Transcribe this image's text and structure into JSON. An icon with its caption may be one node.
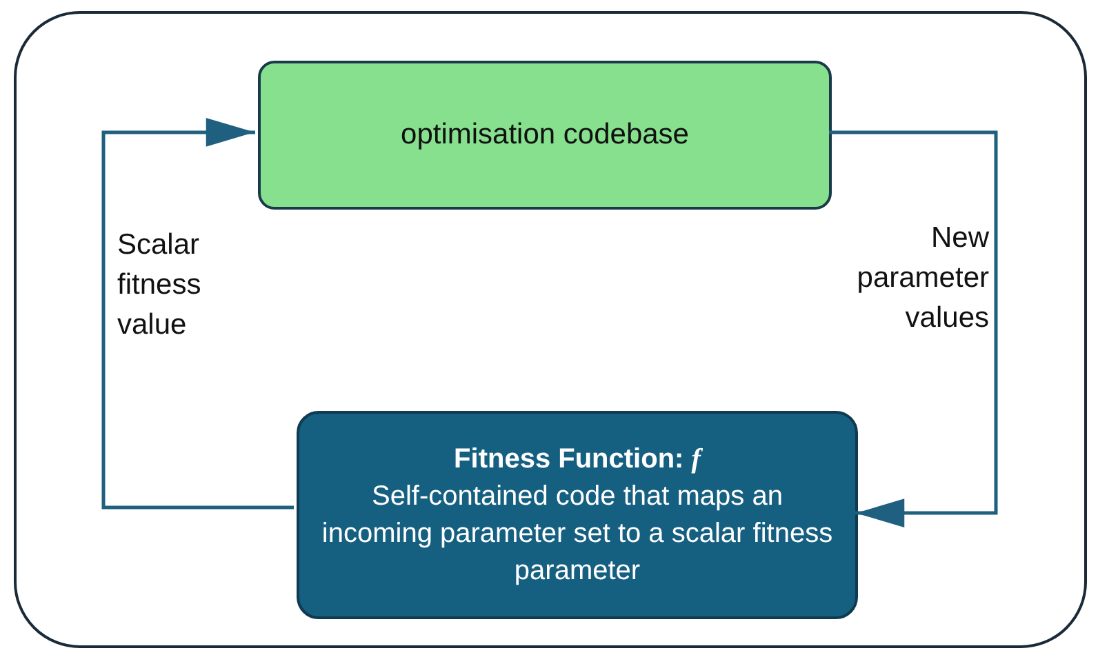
{
  "diagram": {
    "nodes": [
      {
        "text": [],
        "shape": "box"
      },
      {
        "text": [
          "optimisation codebase"
        ],
        "in": 0
      },
      {
        "text": [
          "Fitness Function: *f*",
          "Self-contained code that maps an incoming parameter set to a scalar fitness parameter"
        ],
        "in": 0
      }
    ],
    "edges": [
      {
        "from": 1,
        "to": 2,
        "arrow": "to",
        "label": "New parameter values"
      },
      {
        "from": 2,
        "to": 1,
        "arrow": "to",
        "label": "Scalar fitness value"
      }
    ]
  }
}
